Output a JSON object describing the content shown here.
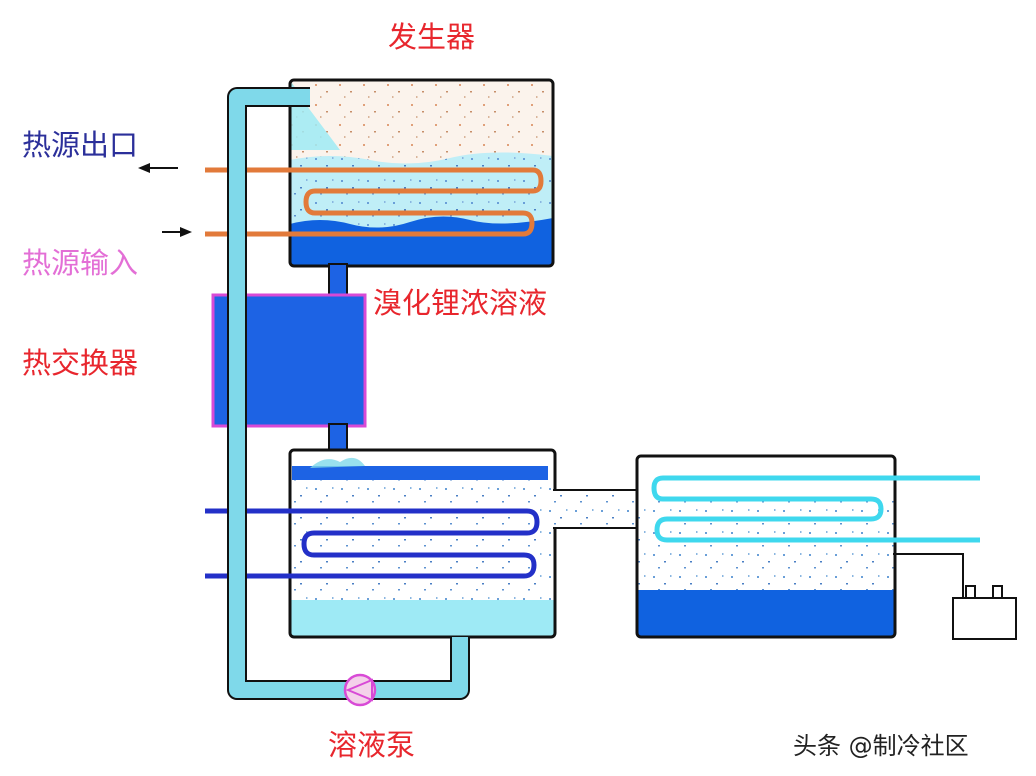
{
  "labels": {
    "generator": "发生器",
    "heat_out": "热源出口",
    "heat_in": "热源输入",
    "libr_strong": "溴化锂浓溶液",
    "heat_exchanger": "热交换器",
    "pump": "溶液泵"
  },
  "watermark": "头条 @制冷社区",
  "colors": {
    "outline": "#111111",
    "pipe_cyan": "#7fd9ea",
    "deep_blue": "#1062e0",
    "light_cyan": "#9eeaf5",
    "exchanger_fill": "#1d63e4",
    "exchanger_border": "#d84ad6",
    "heat_pipe": "#e27a3a",
    "cool_pipe": "#2330c8",
    "cond_coil": "#3fd8ee",
    "label_red": "#e8262d",
    "label_blue": "#2b2f9a",
    "label_pink": "#e36fd6"
  }
}
